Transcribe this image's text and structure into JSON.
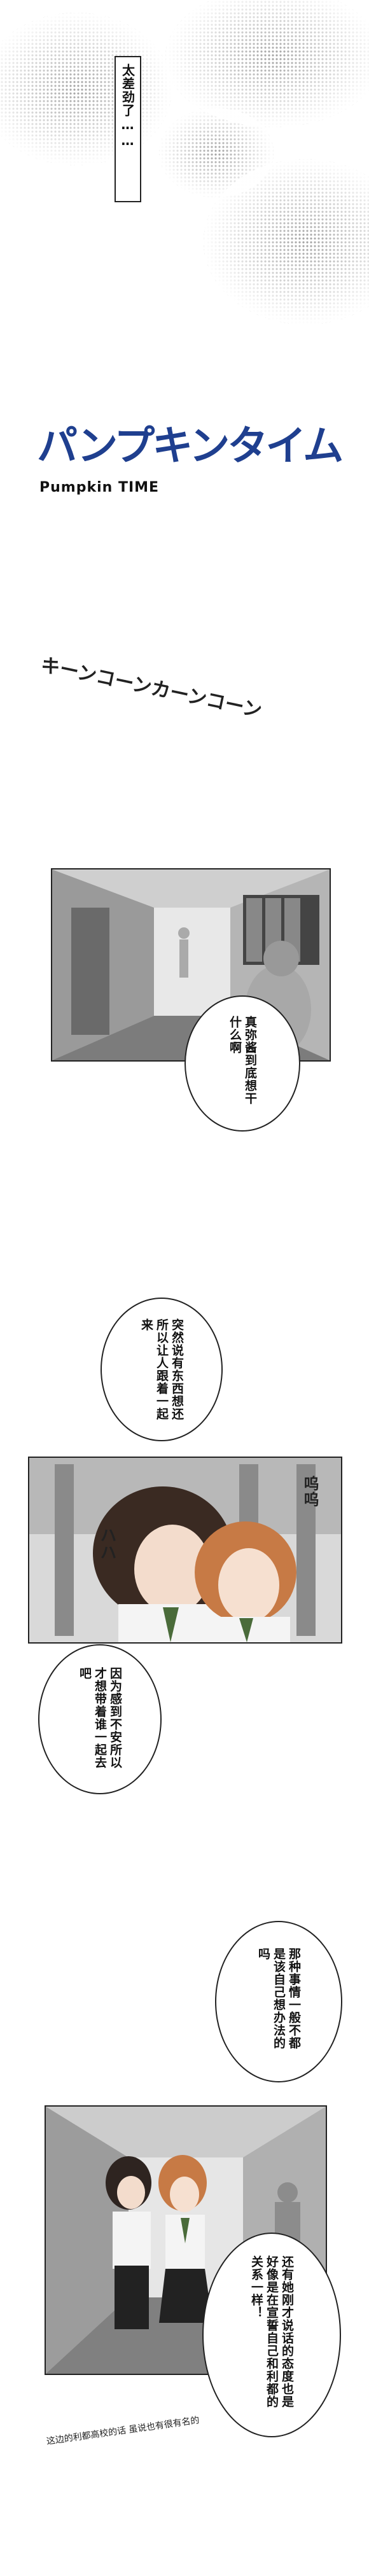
{
  "opening": {
    "caption": "太差劲了……"
  },
  "title": {
    "japanese": "パンプキンタイム",
    "english": "Pumpkin TIME"
  },
  "sfx": {
    "bell": "キーンコーンカーンコーン",
    "laugh": "ハハ",
    "sniff": "呜呜"
  },
  "panel1": {
    "bubble": "真弥酱到底想干什么啊"
  },
  "panel2": {
    "bubble_top": "突然说有东西想还所以让人跟着一起来",
    "bubble_bottom": "因为感到不安所以才想带着谁一起去吧"
  },
  "panel3": {
    "bubble_top": "那种事情一般不都是该自己想办法的吗",
    "bubble_bottom": "还有她刚才说话的态度也是好像是在宣誓自己和利都的关系一样！",
    "handwritten_note": "这边的利都高校的话 虽说也有很有名的"
  },
  "colors": {
    "ink": "#111111",
    "tone_gray": "#9a9a9a",
    "title_blue": "#1f3f8f",
    "uniform_green": "#4a6b3a"
  }
}
